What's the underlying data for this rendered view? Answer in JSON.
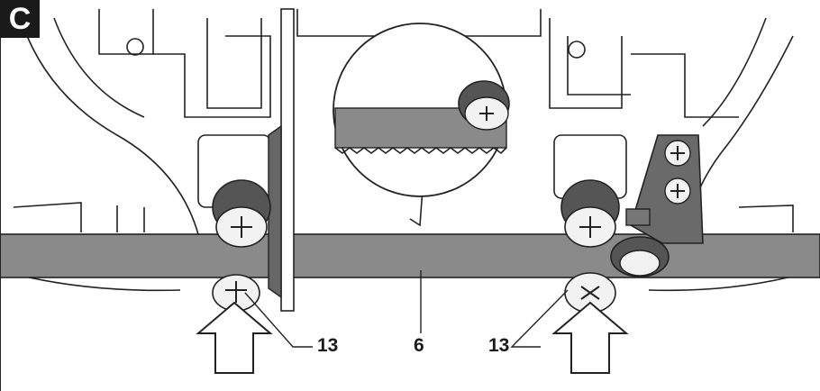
{
  "figure": {
    "panel_label": "C",
    "callouts": {
      "left_roller": "13",
      "saw_blade": "6",
      "right_roller": "13"
    }
  }
}
